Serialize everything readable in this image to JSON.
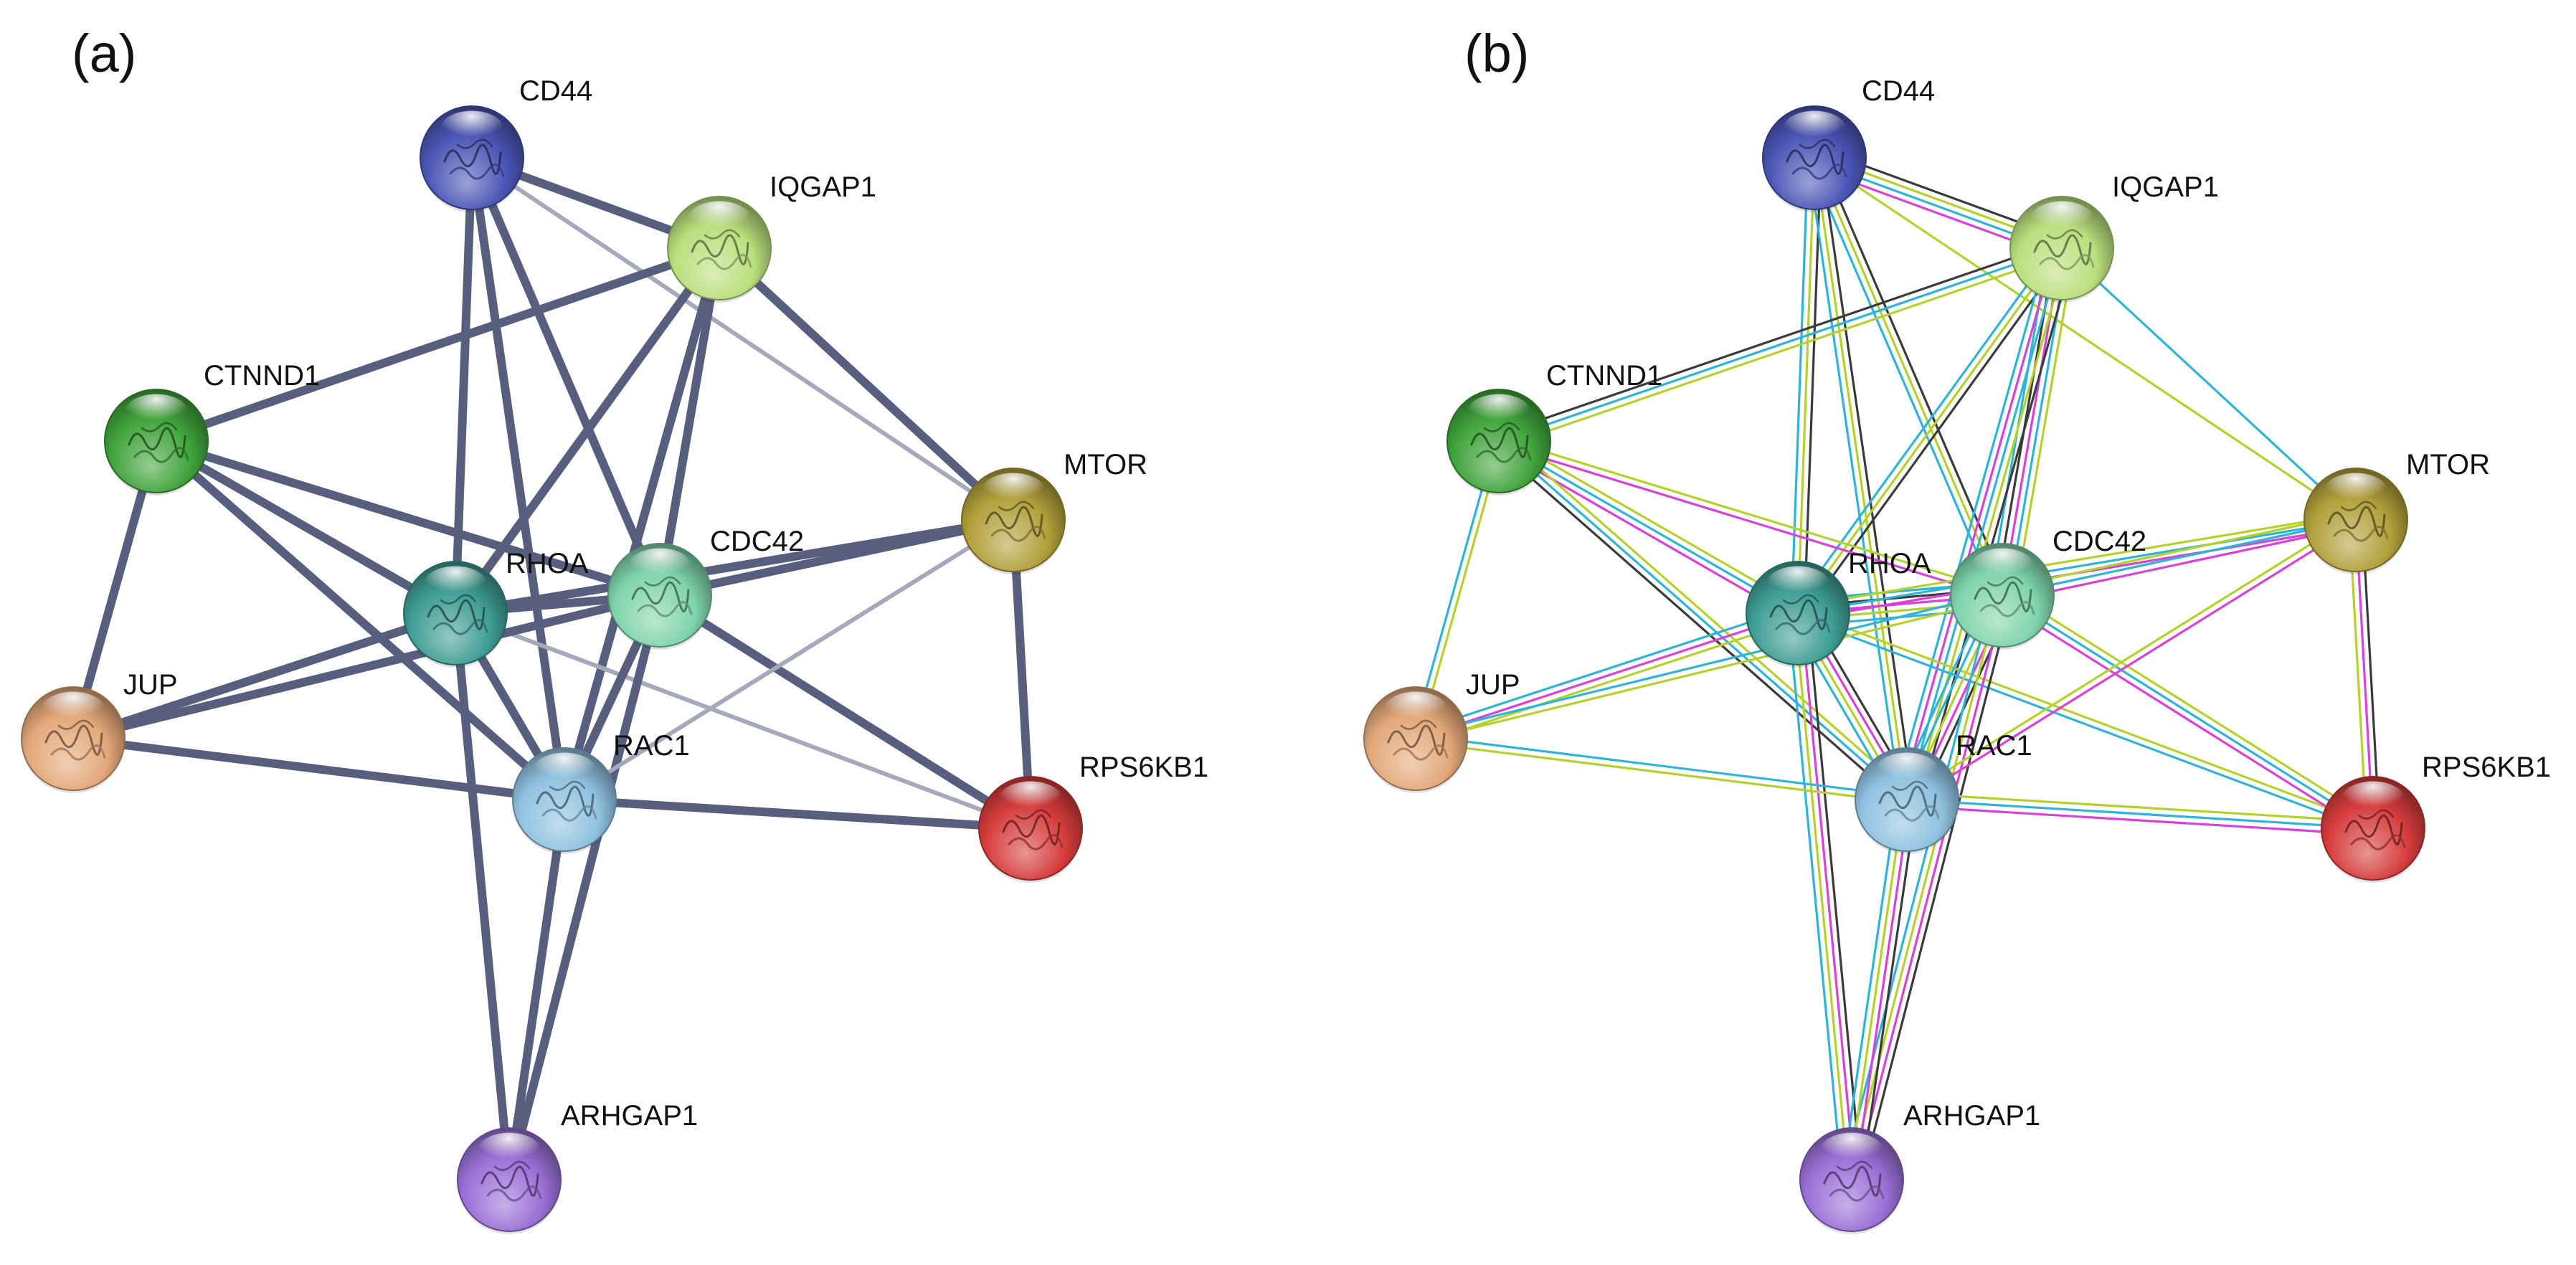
{
  "panels": [
    {
      "id": "a",
      "label": "(a)"
    },
    {
      "id": "b",
      "label": "(b)"
    }
  ],
  "nodes": [
    {
      "id": "CD44",
      "label": "CD44",
      "color": "#4a55b5",
      "icon": "protein-structure-icon"
    },
    {
      "id": "IQGAP1",
      "label": "IQGAP1",
      "color": "#b9df7c",
      "icon": "protein-structure-icon"
    },
    {
      "id": "CTNND1",
      "label": "CTNND1",
      "color": "#3fa33a",
      "icon": "protein-structure-icon"
    },
    {
      "id": "MTOR",
      "label": "MTOR",
      "color": "#b1a03a",
      "icon": "protein-structure-icon"
    },
    {
      "id": "RHOA",
      "label": "RHOA",
      "color": "#3e9d93",
      "icon": "protein-structure-icon"
    },
    {
      "id": "CDC42",
      "label": "CDC42",
      "color": "#7fd4ac",
      "icon": "protein-structure-icon"
    },
    {
      "id": "JUP",
      "label": "JUP",
      "color": "#e3a879",
      "icon": "protein-structure-icon"
    },
    {
      "id": "RAC1",
      "label": "RAC1",
      "color": "#8fc2e0",
      "icon": "protein-structure-icon"
    },
    {
      "id": "RPS6KB1",
      "label": "RPS6KB1",
      "color": "#d63c3c",
      "icon": "protein-structure-icon"
    },
    {
      "id": "ARHGAP1",
      "label": "ARHGAP1",
      "color": "#9a6fd6",
      "icon": "protein-structure-icon"
    }
  ],
  "edges": [
    {
      "source": "CD44",
      "target": "IQGAP1",
      "confidence": "high",
      "evidence": [
        "database",
        "textmining",
        "coexpression",
        "experiments"
      ]
    },
    {
      "source": "CD44",
      "target": "RHOA",
      "confidence": "high",
      "evidence": [
        "database",
        "textmining",
        "coexpression"
      ]
    },
    {
      "source": "CD44",
      "target": "CDC42",
      "confidence": "high",
      "evidence": [
        "database",
        "textmining",
        "coexpression"
      ]
    },
    {
      "source": "CD44",
      "target": "RAC1",
      "confidence": "high",
      "evidence": [
        "database",
        "textmining",
        "coexpression"
      ]
    },
    {
      "source": "CD44",
      "target": "MTOR",
      "confidence": "low",
      "evidence": [
        "textmining"
      ]
    },
    {
      "source": "IQGAP1",
      "target": "CTNND1",
      "confidence": "high",
      "evidence": [
        "textmining",
        "coexpression",
        "database"
      ]
    },
    {
      "source": "IQGAP1",
      "target": "RHOA",
      "confidence": "high",
      "evidence": [
        "database",
        "textmining",
        "coexpression"
      ]
    },
    {
      "source": "IQGAP1",
      "target": "CDC42",
      "confidence": "high",
      "evidence": [
        "textmining",
        "coexpression",
        "experiments",
        "database",
        "coexpression"
      ]
    },
    {
      "source": "IQGAP1",
      "target": "RAC1",
      "confidence": "high",
      "evidence": [
        "database",
        "textmining",
        "coexpression",
        "experiments",
        "coexpression"
      ]
    },
    {
      "source": "IQGAP1",
      "target": "MTOR",
      "confidence": "high",
      "evidence": [
        "coexpression"
      ]
    },
    {
      "source": "CTNND1",
      "target": "RHOA",
      "confidence": "high",
      "evidence": [
        "textmining",
        "coexpression",
        "experiments"
      ]
    },
    {
      "source": "CTNND1",
      "target": "CDC42",
      "confidence": "high",
      "evidence": [
        "textmining",
        "experiments"
      ]
    },
    {
      "source": "CTNND1",
      "target": "RAC1",
      "confidence": "high",
      "evidence": [
        "textmining",
        "coexpression",
        "database"
      ]
    },
    {
      "source": "CTNND1",
      "target": "JUP",
      "confidence": "high",
      "evidence": [
        "textmining",
        "coexpression"
      ]
    },
    {
      "source": "RHOA",
      "target": "CDC42",
      "confidence": "high",
      "evidence": [
        "coexpression",
        "database",
        "experiments",
        "textmining",
        "coexpression"
      ]
    },
    {
      "source": "RHOA",
      "target": "RAC1",
      "confidence": "high",
      "evidence": [
        "database",
        "experiments",
        "textmining",
        "coexpression"
      ]
    },
    {
      "source": "RHOA",
      "target": "MTOR",
      "confidence": "high",
      "evidence": [
        "textmining",
        "coexpression",
        "experiments"
      ]
    },
    {
      "source": "RHOA",
      "target": "JUP",
      "confidence": "high",
      "evidence": [
        "textmining",
        "experiments",
        "coexpression"
      ]
    },
    {
      "source": "RHOA",
      "target": "ARHGAP1",
      "confidence": "high",
      "evidence": [
        "database",
        "experiments",
        "textmining",
        "coexpression"
      ]
    },
    {
      "source": "RHOA",
      "target": "RPS6KB1",
      "confidence": "low",
      "evidence": [
        "textmining",
        "coexpression"
      ]
    },
    {
      "source": "CDC42",
      "target": "MTOR",
      "confidence": "high",
      "evidence": [
        "textmining",
        "coexpression",
        "experiments"
      ]
    },
    {
      "source": "CDC42",
      "target": "RAC1",
      "confidence": "high",
      "evidence": [
        "database",
        "experiments",
        "textmining",
        "coexpression",
        "coexpression"
      ]
    },
    {
      "source": "CDC42",
      "target": "RPS6KB1",
      "confidence": "high",
      "evidence": [
        "textmining",
        "coexpression",
        "experiments"
      ]
    },
    {
      "source": "CDC42",
      "target": "JUP",
      "confidence": "high",
      "evidence": [
        "textmining",
        "coexpression"
      ]
    },
    {
      "source": "CDC42",
      "target": "ARHGAP1",
      "confidence": "high",
      "evidence": [
        "database",
        "experiments",
        "textmining",
        "coexpression"
      ]
    },
    {
      "source": "RAC1",
      "target": "JUP",
      "confidence": "high",
      "evidence": [
        "textmining",
        "coexpression"
      ]
    },
    {
      "source": "RAC1",
      "target": "RPS6KB1",
      "confidence": "high",
      "evidence": [
        "textmining",
        "coexpression",
        "experiments"
      ]
    },
    {
      "source": "RAC1",
      "target": "ARHGAP1",
      "confidence": "high",
      "evidence": [
        "database",
        "experiments",
        "textmining",
        "coexpression"
      ]
    },
    {
      "source": "RAC1",
      "target": "MTOR",
      "confidence": "low",
      "evidence": [
        "textmining",
        "experiments"
      ]
    },
    {
      "source": "MTOR",
      "target": "RPS6KB1",
      "confidence": "high",
      "evidence": [
        "database",
        "experiments",
        "textmining"
      ]
    }
  ],
  "colors": {
    "confidence_high": "#575e7e",
    "confidence_low": "#a5a9bb",
    "evidence": {
      "database": "#3b3b3b",
      "experiments": "#d941d9",
      "textmining": "#b5d12b",
      "coexpression": "#2fb4d9"
    }
  }
}
